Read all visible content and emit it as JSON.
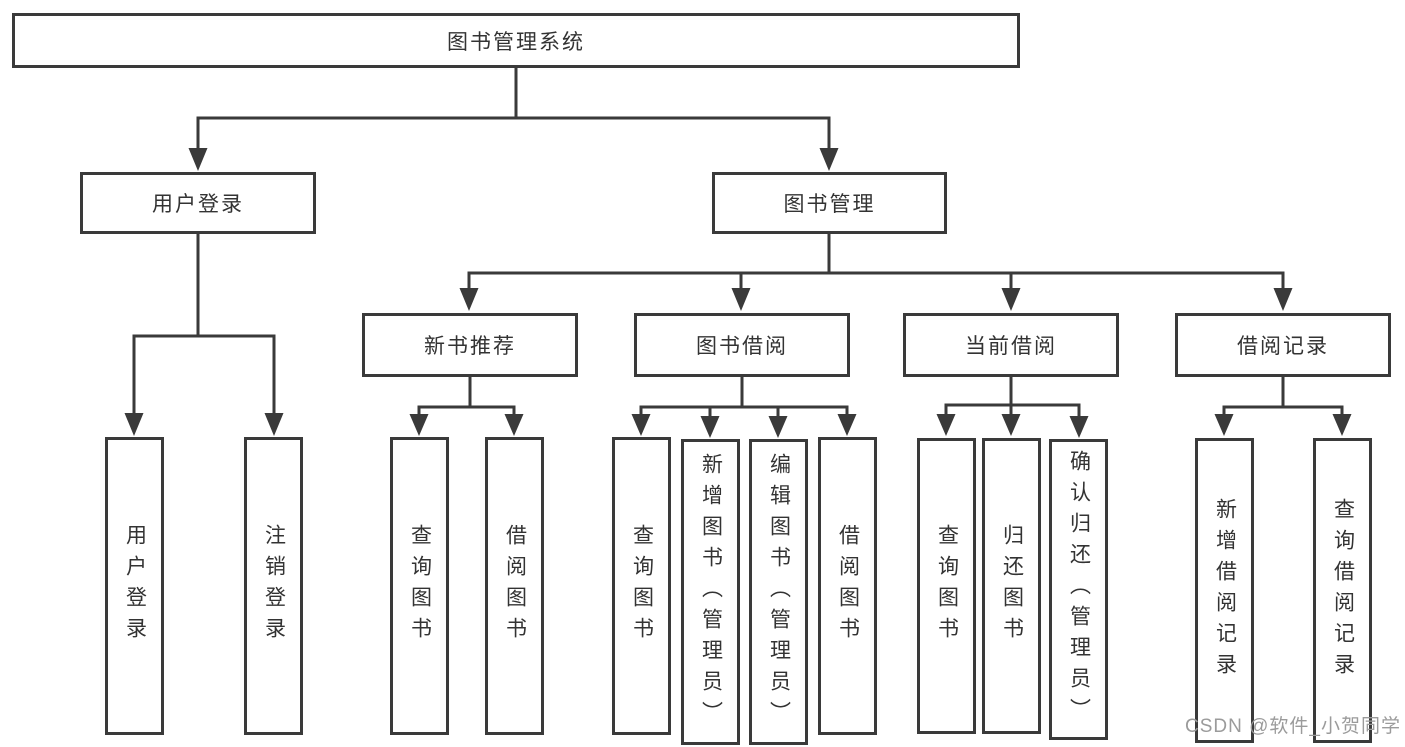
{
  "colors": {
    "line": "#3a3a3a",
    "text": "#333333",
    "watermark": "#9b9b9b",
    "background": "#ffffff"
  },
  "watermark": {
    "text": "CSDN @软件_小贺同学"
  },
  "diagram": {
    "type": "tree",
    "root": {
      "label": "图书管理系统",
      "children": [
        {
          "label": "用户登录",
          "children": [
            {
              "label": "用户登录"
            },
            {
              "label": "注销登录"
            }
          ]
        },
        {
          "label": "图书管理",
          "children": [
            {
              "label": "新书推荐",
              "children": [
                {
                  "label": "查询图书"
                },
                {
                  "label": "借阅图书"
                }
              ]
            },
            {
              "label": "图书借阅",
              "children": [
                {
                  "label": "查询图书"
                },
                {
                  "label": "新增图书（管理员）"
                },
                {
                  "label": "编辑图书（管理员）"
                },
                {
                  "label": "借阅图书"
                }
              ]
            },
            {
              "label": "当前借阅",
              "children": [
                {
                  "label": "查询图书"
                },
                {
                  "label": "归还图书"
                },
                {
                  "label": "确认归还（管理员）"
                }
              ]
            },
            {
              "label": "借阅记录",
              "children": [
                {
                  "label": "新增借阅记录"
                },
                {
                  "label": "查询借阅记录"
                }
              ]
            }
          ]
        }
      ]
    }
  }
}
